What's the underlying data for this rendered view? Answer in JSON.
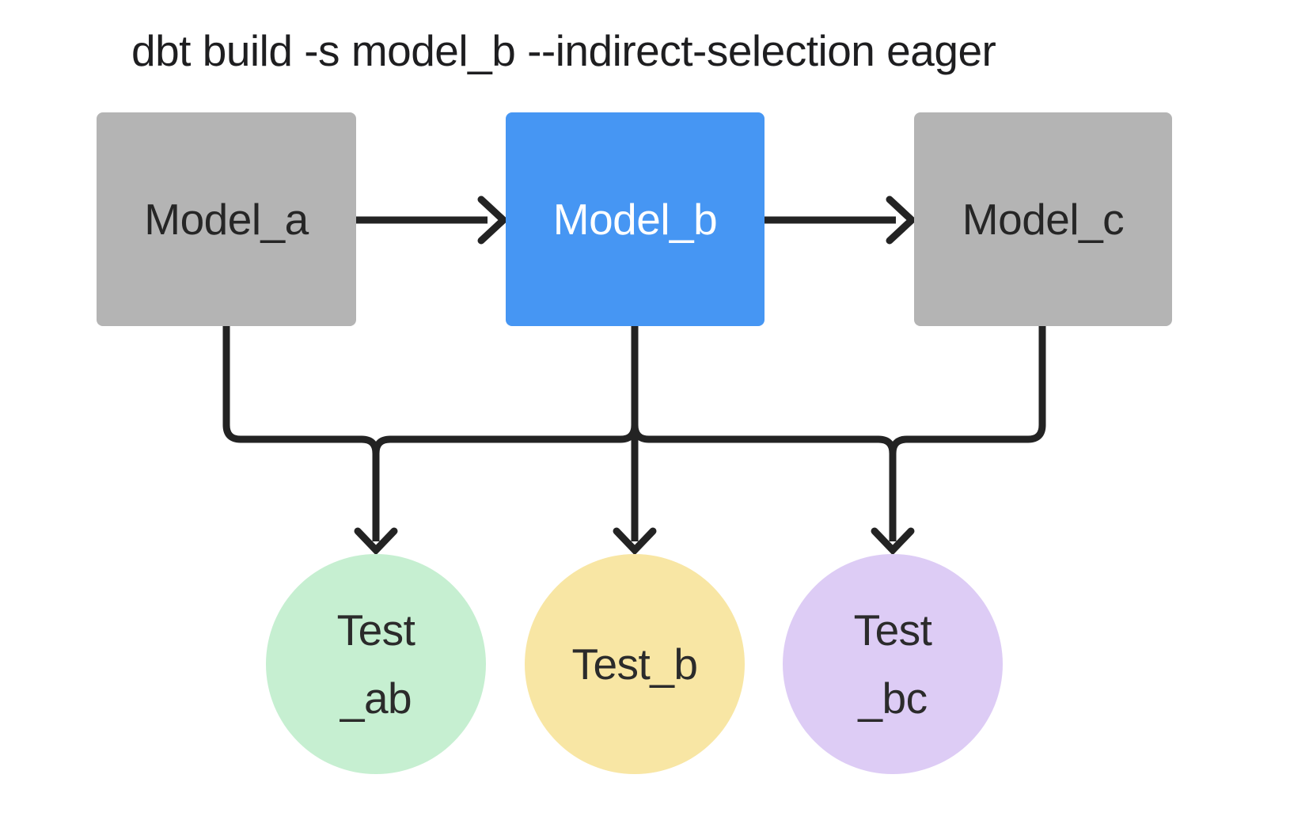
{
  "title": "dbt build -s model_b --indirect-selection eager",
  "diagram": {
    "type": "dag",
    "line_color": "#232323",
    "nodes": {
      "models": [
        {
          "id": "model_a",
          "label": "Model_a",
          "shape": "square",
          "color": "#b4b4b4",
          "text_color": "#262626",
          "selected": false
        },
        {
          "id": "model_b",
          "label": "Model_b",
          "shape": "square",
          "color": "#4696f3",
          "text_color": "#ffffff",
          "selected": true
        },
        {
          "id": "model_c",
          "label": "Model_c",
          "shape": "square",
          "color": "#b4b4b4",
          "text_color": "#262626",
          "selected": false
        }
      ],
      "tests": [
        {
          "id": "test_ab",
          "label_line1": "Test",
          "label_line2": "_ab",
          "shape": "circle",
          "color": "#c6efd1"
        },
        {
          "id": "test_b",
          "label_line1": "Test_b",
          "label_line2": "",
          "shape": "circle",
          "color": "#f8e6a4"
        },
        {
          "id": "test_bc",
          "label_line1": "Test",
          "label_line2": "_bc",
          "shape": "circle",
          "color": "#ddccf5"
        }
      ]
    },
    "edges": [
      {
        "from": "model_a",
        "to": "model_b"
      },
      {
        "from": "model_b",
        "to": "model_c"
      },
      {
        "from": "model_a",
        "to": "test_ab"
      },
      {
        "from": "model_b",
        "to": "test_ab"
      },
      {
        "from": "model_b",
        "to": "test_b"
      },
      {
        "from": "model_b",
        "to": "test_bc"
      },
      {
        "from": "model_c",
        "to": "test_bc"
      }
    ]
  }
}
